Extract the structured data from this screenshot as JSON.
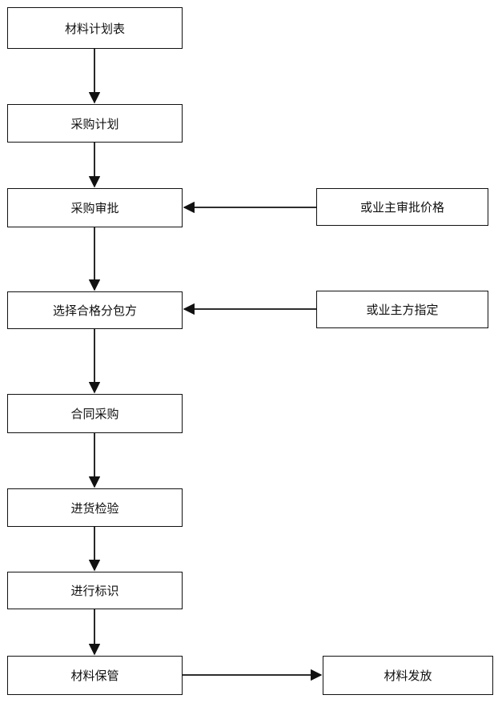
{
  "main_flow": {
    "step1": "材料计划表",
    "step2": "采购计划",
    "step3": "采购审批",
    "step4": "选择合格分包方",
    "step5": "合同采购",
    "step6": "进货检验",
    "step7": "进行标识",
    "step8": "材料保管"
  },
  "side_inputs": {
    "owner_price_approval": "或业主审批价格",
    "owner_designation": "或业主方指定"
  },
  "output": {
    "material_issue": "材料发放"
  }
}
